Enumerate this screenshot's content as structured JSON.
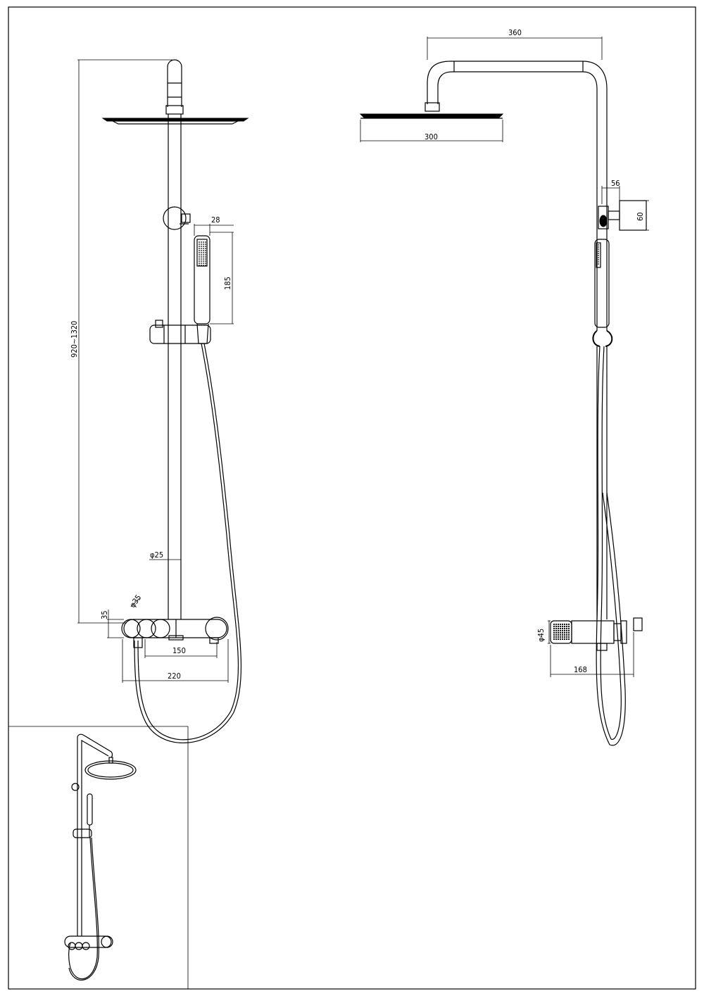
{
  "dimensions": {
    "height_range": "920~1320",
    "pipe_diameter": "φ25",
    "handshower_width": "28",
    "handshower_length": "185",
    "mixer_height": "35",
    "knob_diameter": "φ35",
    "center_spacing": "150",
    "mixer_width": "220",
    "arm_reach": "360",
    "head_diameter": "300",
    "holder_offset": "56",
    "holder_size": "60",
    "cartridge_diameter": "φ45",
    "mixer_depth": "168"
  }
}
